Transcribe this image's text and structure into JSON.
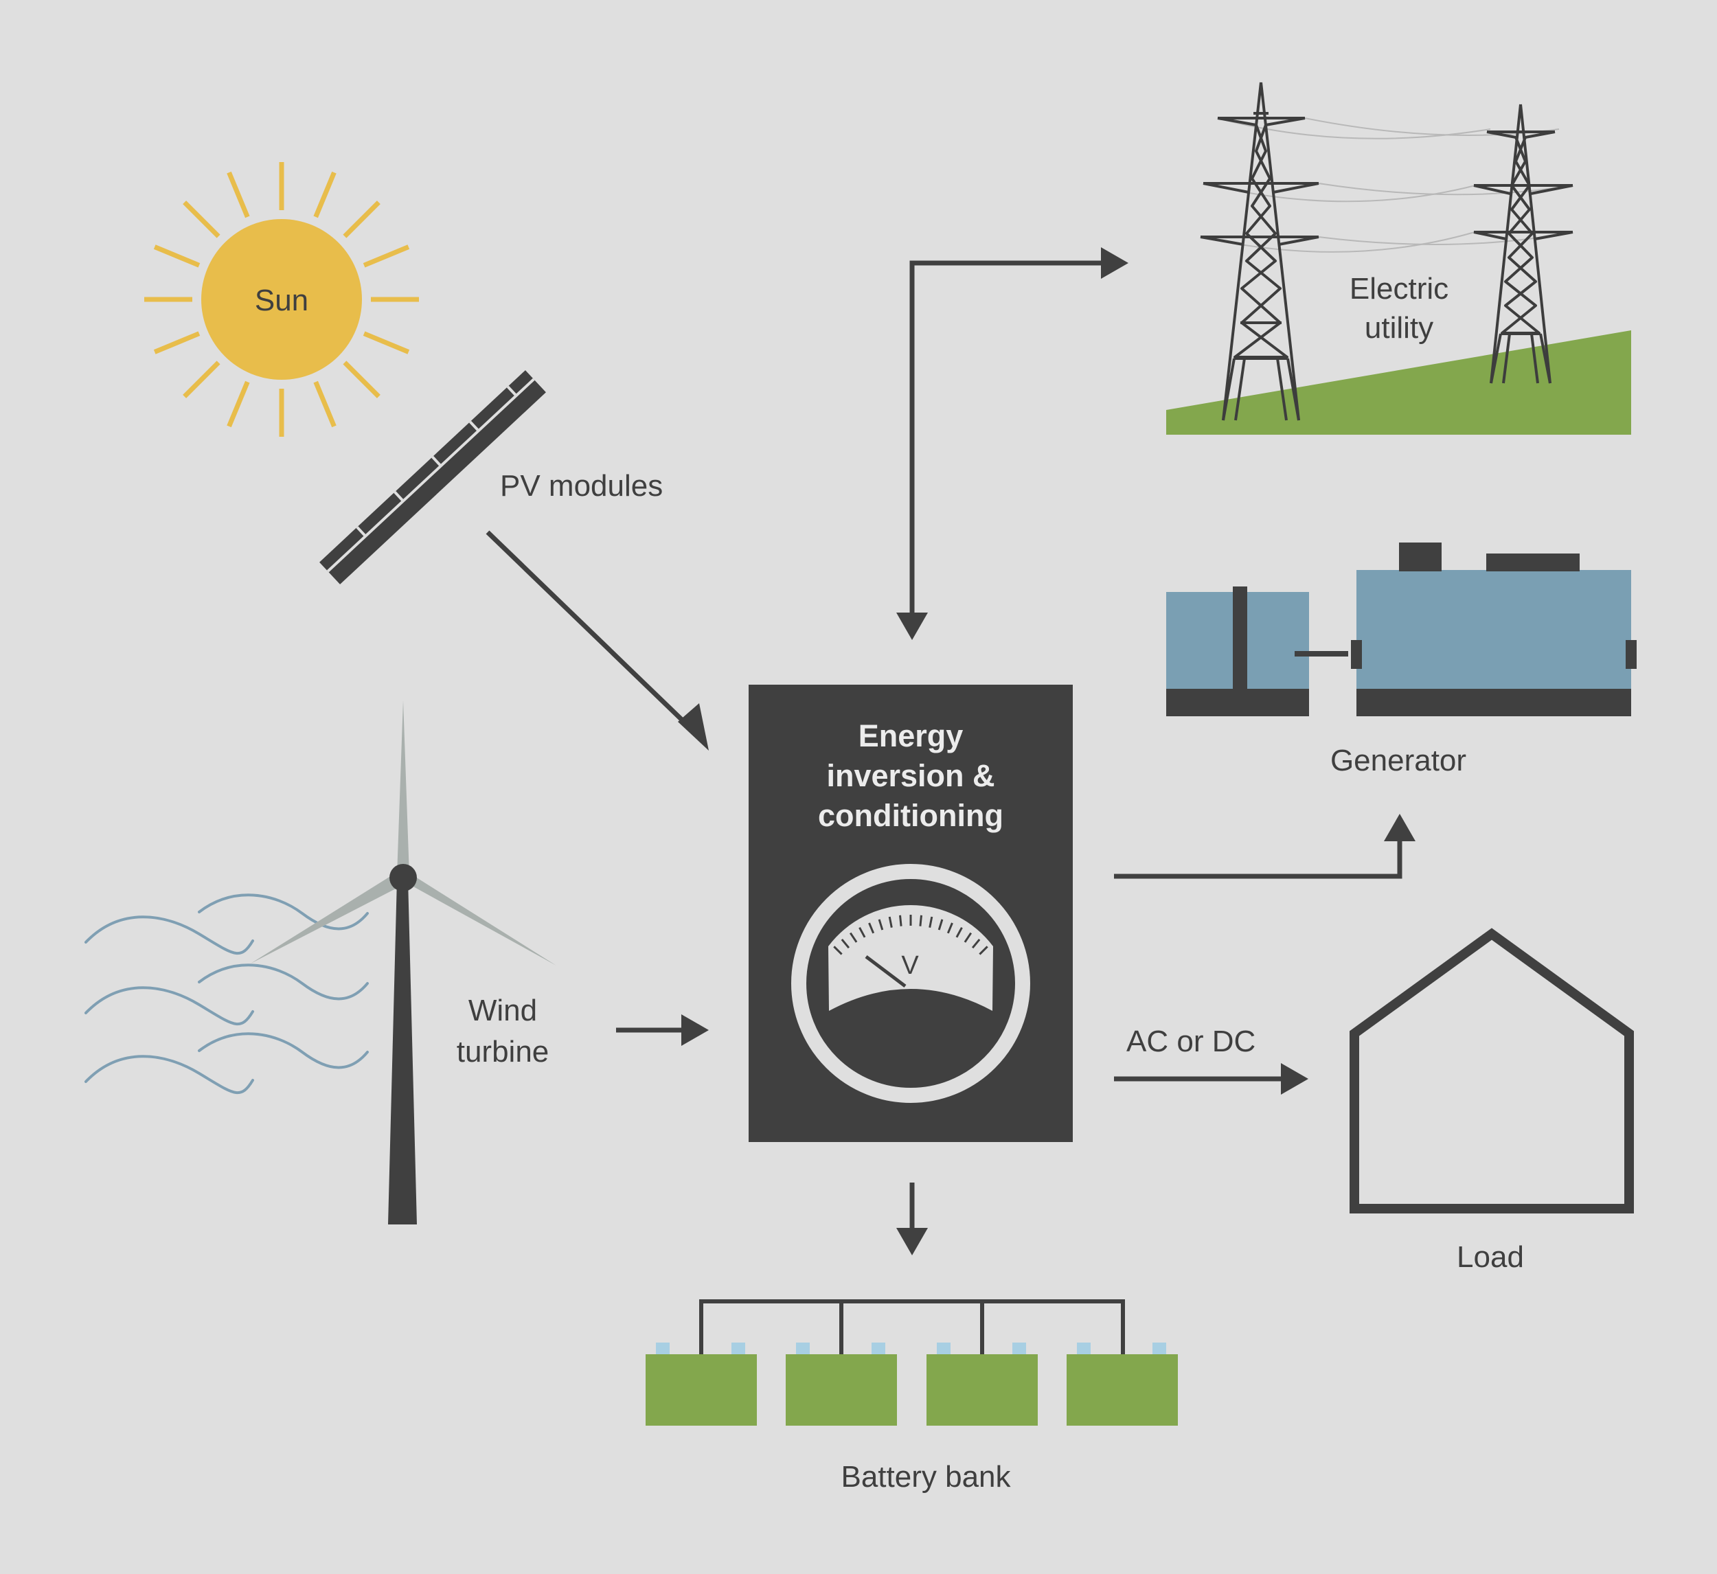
{
  "labels": {
    "sun": "Sun",
    "pv_modules": "PV modules",
    "wind_line1": "Wind",
    "wind_line2": "turbine",
    "center_line1": "Energy",
    "center_line2": "inversion &",
    "center_line3": "conditioning",
    "meter_unit": "V",
    "utility_line1": "Electric",
    "utility_line2": "utility",
    "generator": "Generator",
    "ac_dc": "AC or DC",
    "load": "Load",
    "battery_bank": "Battery bank"
  },
  "colors": {
    "background": "#dfdfdf",
    "dark": "#404040",
    "sun": "#e8bd4b",
    "green": "#83a74d",
    "generator_blue": "#7a9fb3",
    "wind_blue": "#7f9fb3",
    "blade_gray": "#a9b0ad",
    "battery_terminal": "#a8cfe3"
  },
  "icons": [
    "sun-icon",
    "pv-panel-icon",
    "wind-turbine-icon",
    "wind-waves-icon",
    "power-tower-icon",
    "generator-icon",
    "house-icon",
    "battery-icon",
    "voltmeter-icon"
  ]
}
